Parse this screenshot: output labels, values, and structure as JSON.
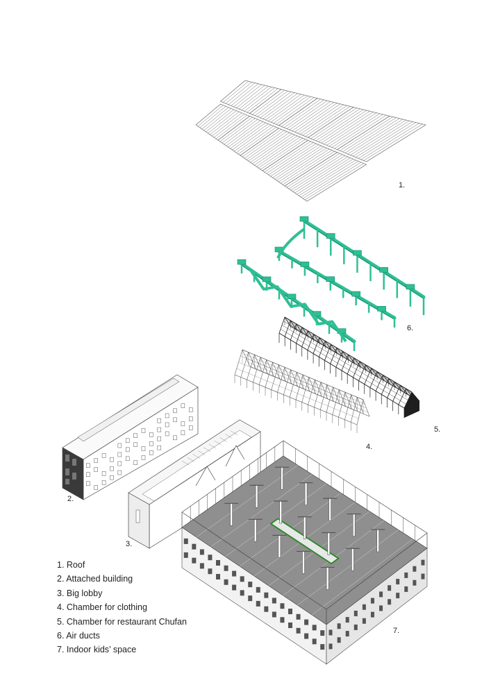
{
  "callouts": {
    "roof": "1.",
    "attached_building": "2.",
    "big_lobby": "3.",
    "chamber_clothing": "4.",
    "chamber_restaurant": "5.",
    "air_ducts": "6.",
    "kids_space": "7."
  },
  "legend": [
    "1.   Roof",
    "2.   Attached building",
    "3.  Big lobby",
    "4.  Chamber for clothing",
    "5.  Chamber for restaurant Chufan",
    "6.  Air ducts",
    "7.  Indoor kids’  space"
  ],
  "colors": {
    "line": "#444444",
    "duct": "#2fbf95",
    "duct_dark": "#138a68",
    "floor": "#8f8f8f",
    "green_strip": "#2e8a2e",
    "dark_frame": "#222222"
  }
}
